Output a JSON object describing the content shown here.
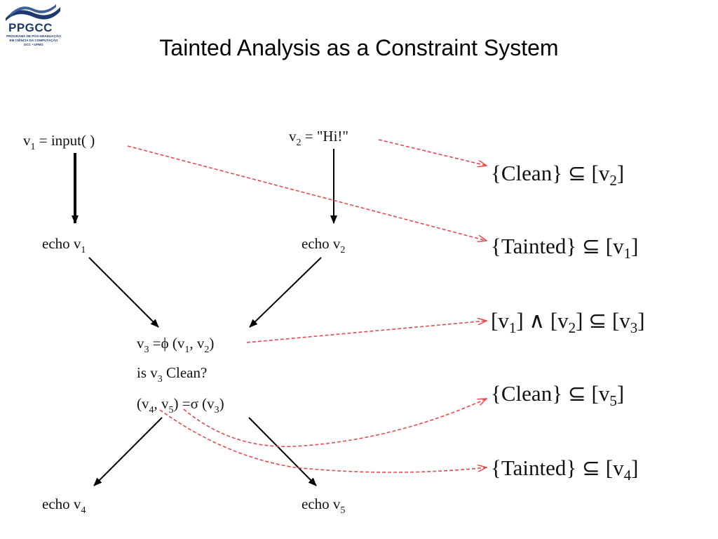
{
  "logo": {
    "name": "PPGCC",
    "line1": "PROGRAMA DE PÓS-GRADUAÇÃO",
    "line2": "EM CIÊNCIA DA COMPUTAÇÃO",
    "line3": "DCC • UFMG"
  },
  "title": "Tainted Analysis as a Constraint System",
  "program": {
    "v1_assign": {
      "base": "v",
      "sub": "1",
      "rest": " = input( )"
    },
    "v2_assign": {
      "base": "v",
      "sub": "2",
      "rest": " = \"Hi!\""
    },
    "echo_v1": {
      "base": "echo v",
      "sub": "1"
    },
    "echo_v2": {
      "base": "echo v",
      "sub": "2"
    },
    "phi": {
      "p1": "v",
      "s1": "3",
      "p2": " =ϕ (v",
      "s2": "1",
      "p3": ", v",
      "s3": "2",
      "p4": ")"
    },
    "is_clean": {
      "p1": "is v",
      "s1": "3",
      "p2": " Clean?"
    },
    "sigma": {
      "p1": "(v",
      "s1": "4",
      "p2": ", v",
      "s2": "5",
      "p3": ") =σ (v",
      "s3": "3",
      "p4": ")"
    },
    "echo_v4": {
      "base": "echo v",
      "sub": "4"
    },
    "echo_v5": {
      "base": "echo v",
      "sub": "5"
    }
  },
  "constraints": [
    {
      "lhs": "{Clean} ⊆ [v",
      "sub": "2",
      "rhs": "]"
    },
    {
      "lhs": "{Tainted} ⊆ [v",
      "sub": "1",
      "rhs": "]"
    },
    {
      "p1": "[v",
      "s1": "1",
      "p2": "] ∧ [v",
      "s2": "2",
      "p3": "] ⊆ [v",
      "s3": "3",
      "p4": "]"
    },
    {
      "lhs": "{Clean} ⊆ [v",
      "sub": "5",
      "rhs": "]"
    },
    {
      "lhs": "{Tainted} ⊆ [v",
      "sub": "4",
      "rhs": "]"
    }
  ],
  "colors": {
    "logo_blue": "#1d3a6e",
    "flow_arrow": "#000000",
    "constraint_arrow": "#e8494d"
  }
}
